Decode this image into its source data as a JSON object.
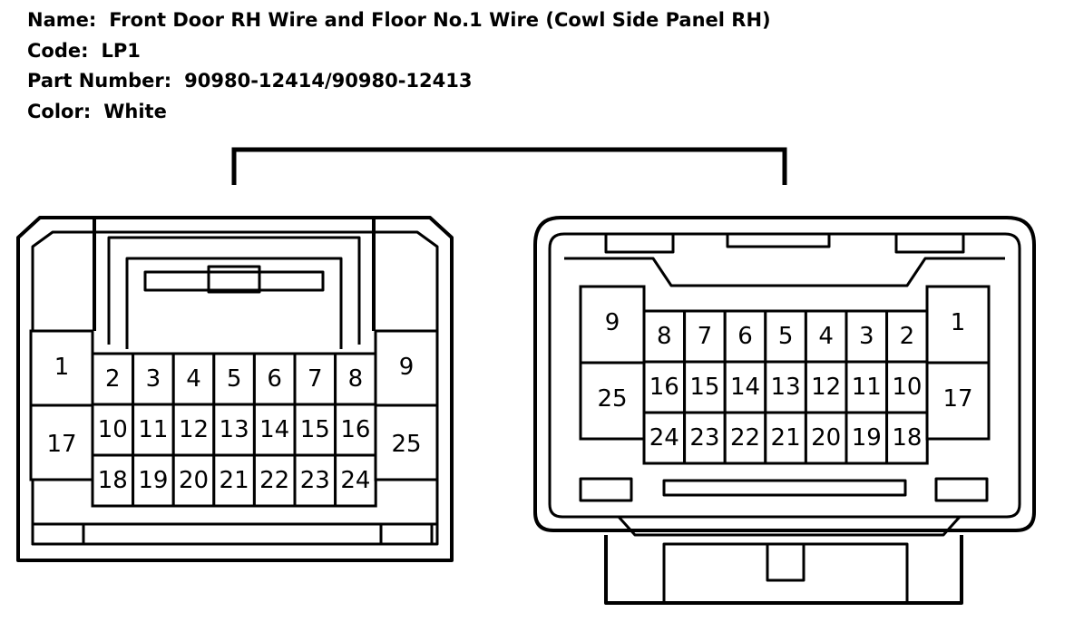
{
  "header": {
    "name_label": "Name:",
    "name_value": "Front Door RH Wire and Floor No.1 Wire (Cowl Side Panel RH)",
    "code_label": "Code:",
    "code_value": "LP1",
    "part_label": "Part Number:",
    "part_value": "90980-12414/90980-12413",
    "color_label": "Color:",
    "color_value": "White"
  },
  "left_connector": {
    "pins": [
      "1",
      "2",
      "3",
      "4",
      "5",
      "6",
      "7",
      "8",
      "9",
      "10",
      "11",
      "12",
      "13",
      "14",
      "15",
      "16",
      "17",
      "18",
      "19",
      "20",
      "21",
      "22",
      "23",
      "24",
      "25"
    ]
  },
  "right_connector": {
    "pins": [
      "1",
      "2",
      "3",
      "4",
      "5",
      "6",
      "7",
      "8",
      "9",
      "10",
      "11",
      "12",
      "13",
      "14",
      "15",
      "16",
      "17",
      "18",
      "19",
      "20",
      "21",
      "22",
      "23",
      "24",
      "25"
    ]
  }
}
